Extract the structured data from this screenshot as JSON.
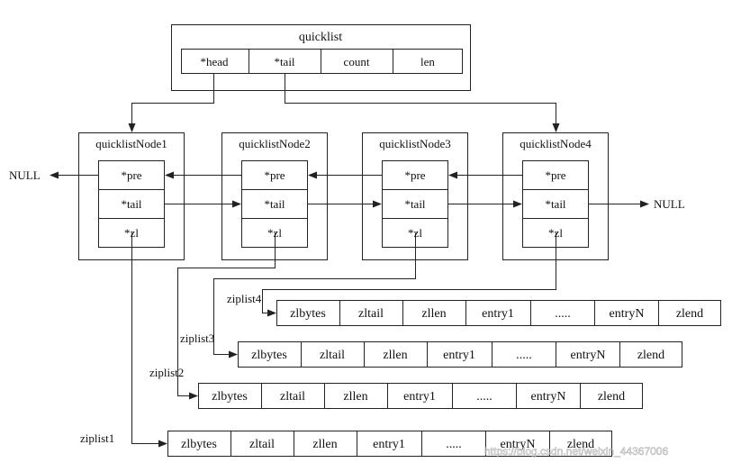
{
  "quicklist": {
    "title": "quicklist",
    "fields": [
      "*head",
      "*tail",
      "count",
      "len"
    ]
  },
  "nodes": [
    {
      "title": "quicklistNode1",
      "fields": [
        "*pre",
        "*tail",
        "*zl"
      ]
    },
    {
      "title": "quicklistNode2",
      "fields": [
        "*pre",
        "*tail",
        "*zl"
      ]
    },
    {
      "title": "quicklistNode3",
      "fields": [
        "*pre",
        "*tail",
        "*zl"
      ]
    },
    {
      "title": "quicklistNode4",
      "fields": [
        "*pre",
        "*tail",
        "*zl"
      ]
    }
  ],
  "null_left": "NULL",
  "null_right": "NULL",
  "ziplists": [
    {
      "label": "ziplist4",
      "cells": [
        "zlbytes",
        "zltail",
        "zllen",
        "entry1",
        ".....",
        "entryN",
        "zlend"
      ]
    },
    {
      "label": "ziplist3",
      "cells": [
        "zlbytes",
        "zltail",
        "zllen",
        "entry1",
        ".....",
        "entryN",
        "zlend"
      ]
    },
    {
      "label": "ziplist2",
      "cells": [
        "zlbytes",
        "zltail",
        "zllen",
        "entry1",
        ".....",
        "entryN",
        "zlend"
      ]
    },
    {
      "label": "ziplist1",
      "cells": [
        "zlbytes",
        "zltail",
        "zllen",
        "entry1",
        ".....",
        "entryN",
        "zlend"
      ]
    }
  ],
  "watermark": "https://blog.csdn.net/weixin_44367006"
}
